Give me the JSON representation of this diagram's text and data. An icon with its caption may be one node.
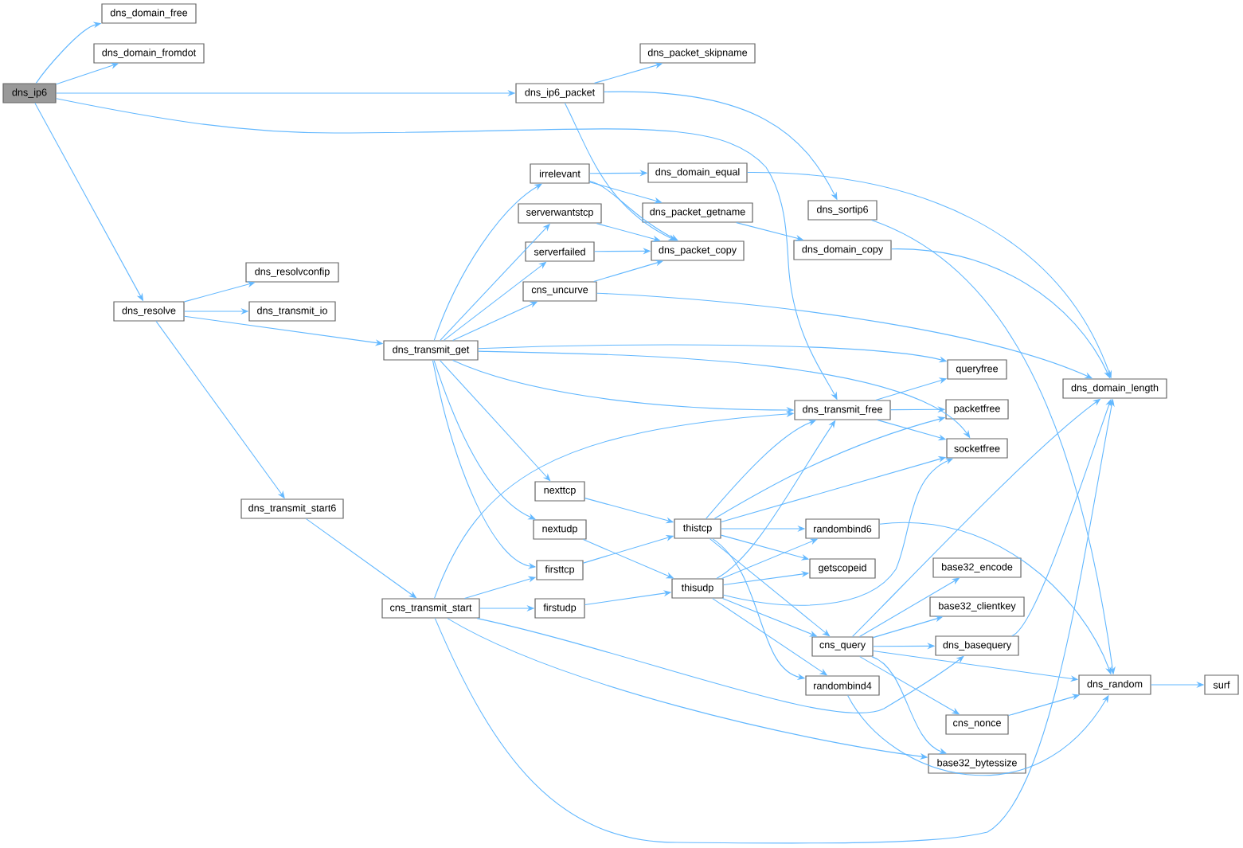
{
  "diagram": {
    "nodes": [
      {
        "text": [
          "dns_ip6"
        ]
      },
      {
        "text": [
          "dns_domain_free"
        ]
      },
      {
        "text": [
          "dns_domain_fromdot"
        ]
      },
      {
        "text": [
          "dns_ip6_packet"
        ]
      },
      {
        "text": [
          "dns_packet_skipname"
        ]
      },
      {
        "text": [
          "dns_resolve"
        ]
      },
      {
        "text": [
          "dns_resolvconfip"
        ]
      },
      {
        "text": [
          "dns_transmit_io"
        ]
      },
      {
        "text": [
          "dns_transmit_get"
        ]
      },
      {
        "text": [
          "dns_transmit_start6"
        ]
      },
      {
        "text": [
          "cns_transmit_start"
        ]
      },
      {
        "text": [
          "irrelevant"
        ]
      },
      {
        "text": [
          "serverwantstcp"
        ]
      },
      {
        "text": [
          "serverfailed"
        ]
      },
      {
        "text": [
          "cns_uncurve"
        ]
      },
      {
        "text": [
          "nexttcp"
        ]
      },
      {
        "text": [
          "nextudp"
        ]
      },
      {
        "text": [
          "firsttcp"
        ]
      },
      {
        "text": [
          "firstudp"
        ]
      },
      {
        "text": [
          "dns_domain_equal"
        ]
      },
      {
        "text": [
          "dns_packet_getname"
        ]
      },
      {
        "text": [
          "dns_packet_copy"
        ]
      },
      {
        "text": [
          "thistcp"
        ]
      },
      {
        "text": [
          "thisudp"
        ]
      },
      {
        "text": [
          "dns_sortip6"
        ]
      },
      {
        "text": [
          "dns_domain_copy"
        ]
      },
      {
        "text": [
          "dns_transmit_free"
        ]
      },
      {
        "text": [
          "randombind6"
        ]
      },
      {
        "text": [
          "getscopeid"
        ]
      },
      {
        "text": [
          "cns_query"
        ]
      },
      {
        "text": [
          "randombind4"
        ]
      },
      {
        "text": [
          "queryfree"
        ]
      },
      {
        "text": [
          "packetfree"
        ]
      },
      {
        "text": [
          "socketfree"
        ]
      },
      {
        "text": [
          "base32_encode"
        ]
      },
      {
        "text": [
          "base32_clientkey"
        ]
      },
      {
        "text": [
          "dns_basequery"
        ]
      },
      {
        "text": [
          "cns_nonce"
        ]
      },
      {
        "text": [
          "base32_bytessize"
        ]
      },
      {
        "text": [
          "dns_domain_length"
        ]
      },
      {
        "text": [
          "dns_random"
        ]
      },
      {
        "text": [
          "surf"
        ]
      }
    ],
    "edges": [
      {
        "from": 0,
        "to": 1,
        "arrow": "to"
      },
      {
        "from": 0,
        "to": 2,
        "arrow": "to"
      },
      {
        "from": 0,
        "to": 3,
        "arrow": "to"
      },
      {
        "from": 0,
        "to": 26,
        "arrow": "to"
      },
      {
        "from": 0,
        "to": 5,
        "arrow": "to"
      },
      {
        "from": 3,
        "to": 4,
        "arrow": "to"
      },
      {
        "from": 3,
        "to": 21,
        "arrow": "to"
      },
      {
        "from": 3,
        "to": 24,
        "arrow": "to"
      },
      {
        "from": 5,
        "to": 6,
        "arrow": "to"
      },
      {
        "from": 5,
        "to": 7,
        "arrow": "to"
      },
      {
        "from": 5,
        "to": 8,
        "arrow": "to"
      },
      {
        "from": 5,
        "to": 9,
        "arrow": "to"
      },
      {
        "from": 8,
        "to": 11,
        "arrow": "to"
      },
      {
        "from": 8,
        "to": 12,
        "arrow": "to"
      },
      {
        "from": 8,
        "to": 13,
        "arrow": "to"
      },
      {
        "from": 8,
        "to": 14,
        "arrow": "to"
      },
      {
        "from": 8,
        "to": 31,
        "arrow": "to"
      },
      {
        "from": 8,
        "to": 33,
        "arrow": "to"
      },
      {
        "from": 8,
        "to": 26,
        "arrow": "to"
      },
      {
        "from": 8,
        "to": 15,
        "arrow": "to"
      },
      {
        "from": 8,
        "to": 16,
        "arrow": "to"
      },
      {
        "from": 8,
        "to": 17,
        "arrow": "to"
      },
      {
        "from": 11,
        "to": 19,
        "arrow": "to"
      },
      {
        "from": 11,
        "to": 20,
        "arrow": "to"
      },
      {
        "from": 11,
        "to": 21,
        "arrow": "to"
      },
      {
        "from": 12,
        "to": 21,
        "arrow": "to"
      },
      {
        "from": 13,
        "to": 21,
        "arrow": "to"
      },
      {
        "from": 14,
        "to": 21,
        "arrow": "to"
      },
      {
        "from": 14,
        "to": 39,
        "arrow": "to"
      },
      {
        "from": 19,
        "to": 39,
        "arrow": "to"
      },
      {
        "from": 20,
        "to": 25,
        "arrow": "to"
      },
      {
        "from": 25,
        "to": 39,
        "arrow": "to"
      },
      {
        "from": 24,
        "to": 40,
        "arrow": "to"
      },
      {
        "from": 26,
        "to": 31,
        "arrow": "to"
      },
      {
        "from": 26,
        "to": 32,
        "arrow": "to"
      },
      {
        "from": 26,
        "to": 33,
        "arrow": "to"
      },
      {
        "from": 9,
        "to": 10,
        "arrow": "to"
      },
      {
        "from": 10,
        "to": 26,
        "arrow": "to"
      },
      {
        "from": 10,
        "to": 17,
        "arrow": "to"
      },
      {
        "from": 10,
        "to": 18,
        "arrow": "to"
      },
      {
        "from": 10,
        "to": 36,
        "arrow": "to"
      },
      {
        "from": 10,
        "to": 38,
        "arrow": "to"
      },
      {
        "from": 10,
        "to": 39,
        "arrow": "to"
      },
      {
        "from": 15,
        "to": 22,
        "arrow": "to"
      },
      {
        "from": 16,
        "to": 23,
        "arrow": "to"
      },
      {
        "from": 17,
        "to": 22,
        "arrow": "to"
      },
      {
        "from": 18,
        "to": 23,
        "arrow": "to"
      },
      {
        "from": 22,
        "to": 26,
        "arrow": "to"
      },
      {
        "from": 22,
        "to": 32,
        "arrow": "to"
      },
      {
        "from": 22,
        "to": 33,
        "arrow": "to"
      },
      {
        "from": 22,
        "to": 27,
        "arrow": "to"
      },
      {
        "from": 22,
        "to": 28,
        "arrow": "to"
      },
      {
        "from": 22,
        "to": 29,
        "arrow": "to"
      },
      {
        "from": 22,
        "to": 30,
        "arrow": "to"
      },
      {
        "from": 23,
        "to": 26,
        "arrow": "to"
      },
      {
        "from": 23,
        "to": 27,
        "arrow": "to"
      },
      {
        "from": 23,
        "to": 28,
        "arrow": "to"
      },
      {
        "from": 23,
        "to": 33,
        "arrow": "to"
      },
      {
        "from": 23,
        "to": 29,
        "arrow": "to"
      },
      {
        "from": 23,
        "to": 30,
        "arrow": "to"
      },
      {
        "from": 27,
        "to": 40,
        "arrow": "to"
      },
      {
        "from": 29,
        "to": 39,
        "arrow": "to"
      },
      {
        "from": 29,
        "to": 34,
        "arrow": "to"
      },
      {
        "from": 29,
        "to": 35,
        "arrow": "to"
      },
      {
        "from": 29,
        "to": 36,
        "arrow": "to"
      },
      {
        "from": 29,
        "to": 40,
        "arrow": "to"
      },
      {
        "from": 29,
        "to": 37,
        "arrow": "to"
      },
      {
        "from": 29,
        "to": 38,
        "arrow": "to"
      },
      {
        "from": 36,
        "to": 39,
        "arrow": "to"
      },
      {
        "from": 37,
        "to": 40,
        "arrow": "to"
      },
      {
        "from": 30,
        "to": 40,
        "arrow": "to"
      },
      {
        "from": 40,
        "to": 41,
        "arrow": "to"
      }
    ]
  }
}
